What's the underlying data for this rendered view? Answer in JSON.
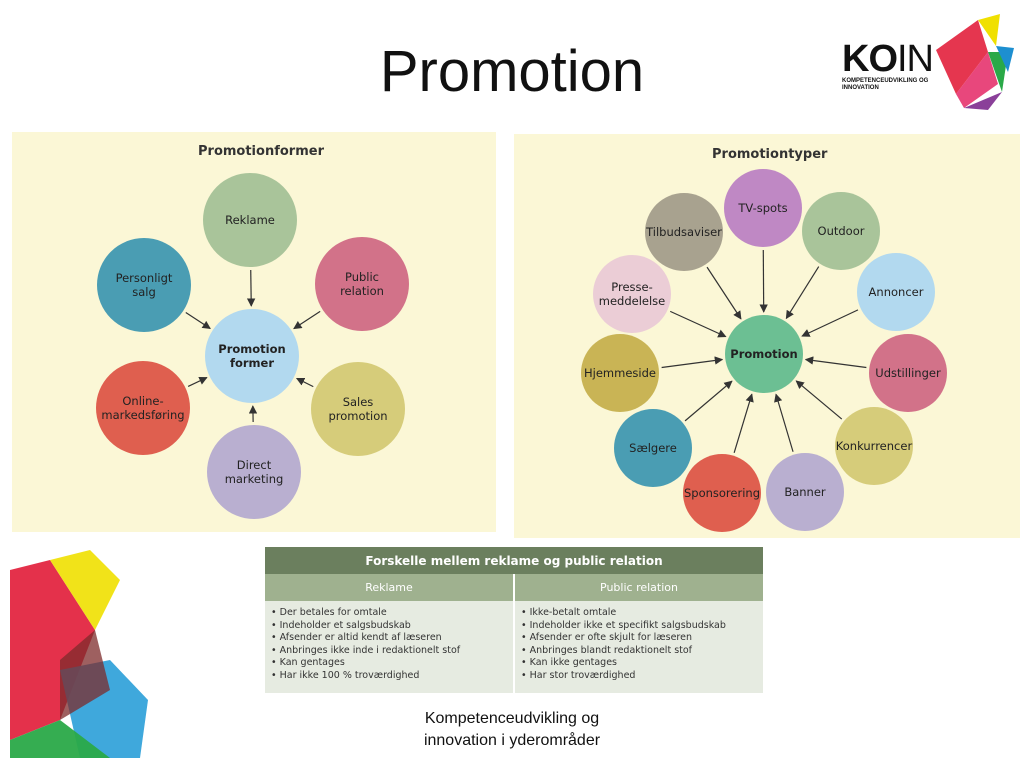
{
  "slide": {
    "title": "Promotion"
  },
  "logo": {
    "word_bold": "KO",
    "word_light": "IN",
    "subtitle": "KOMPETENCEUDVIKLING OG INNOVATION"
  },
  "left_diagram": {
    "title": "Promotionformer",
    "center": "Promotion\nformer",
    "nodes": [
      {
        "label": "Reklame",
        "color": "#a9c49a"
      },
      {
        "label": "Public\nrelation",
        "color": "#d27289"
      },
      {
        "label": "Sales\npromotion",
        "color": "#d6cc7a"
      },
      {
        "label": "Direct\nmarketing",
        "color": "#b9afd0"
      },
      {
        "label": "Online-\nmarkedsføring",
        "color": "#df5f4f"
      },
      {
        "label": "Personligt\nsalg",
        "color": "#4a9db3"
      }
    ],
    "center_color": "#b2d9ef"
  },
  "right_diagram": {
    "title": "Promotiontyper",
    "center": "Promotion",
    "center_color": "#6cbf93",
    "nodes": [
      {
        "label": "TV-spots",
        "color": "#bf88c4"
      },
      {
        "label": "Outdoor",
        "color": "#a9c49a"
      },
      {
        "label": "Annoncer",
        "color": "#b2d9ef"
      },
      {
        "label": "Udstillinger",
        "color": "#d27289"
      },
      {
        "label": "Konkurrencer",
        "color": "#d6cc7a"
      },
      {
        "label": "Banner",
        "color": "#b9afd0"
      },
      {
        "label": "Sponsorering",
        "color": "#df5f4f"
      },
      {
        "label": "Sælgere",
        "color": "#4a9db3"
      },
      {
        "label": "Hjemmeside",
        "color": "#c9b455"
      },
      {
        "label": "Presse-\nmeddelelse",
        "color": "#ebcdd6"
      },
      {
        "label": "Tilbudsaviser",
        "color": "#a8a28f"
      }
    ]
  },
  "table": {
    "title": "Forskelle mellem reklame og public relation",
    "col1_header": "Reklame",
    "col2_header": "Public relation",
    "col1_items": [
      "Der betales for omtale",
      "Indeholder et salgsbudskab",
      "Afsender er altid kendt af læseren",
      "Anbringes ikke inde i redaktionelt stof",
      "Kan gentages",
      "Har ikke 100 % troværdighed"
    ],
    "col2_items": [
      "Ikke-betalt omtale",
      "Indeholder ikke et specifikt salgsbudskab",
      "Afsender er ofte skjult for læseren",
      "Anbringes blandt redaktionelt stof",
      "Kan ikke gentages",
      "Har stor troværdighed"
    ]
  },
  "footer": {
    "line1": "Kompetenceudvikling og",
    "line2": "innovation i yderområder"
  }
}
